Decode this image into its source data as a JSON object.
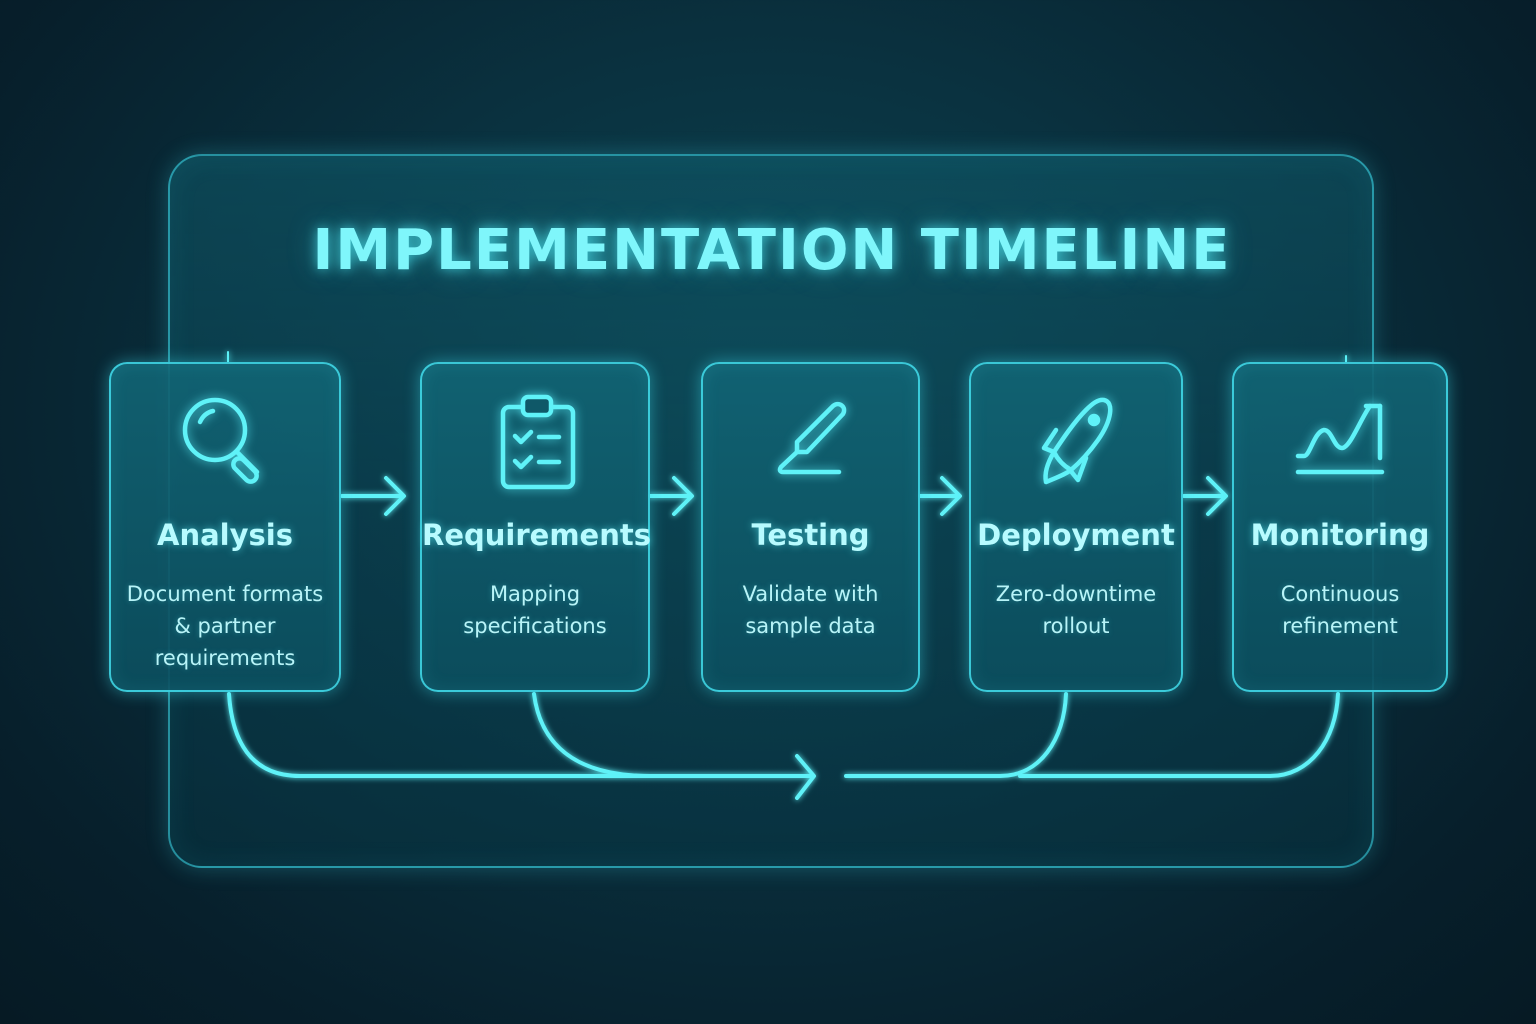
{
  "title": "IMPLEMENTATION TIMELINE",
  "colors": {
    "accent": "#5ff2f8",
    "title": "#7ff6fb",
    "background": "#0a3240",
    "card_fill": "#0f5868"
  },
  "steps": [
    {
      "label": "Analysis",
      "description": "Document formats & partner requirements",
      "icon": "magnifying-glass-icon"
    },
    {
      "label": "Requirements",
      "description": "Mapping specifications",
      "icon": "clipboard-checklist-icon"
    },
    {
      "label": "Testing",
      "description": "Validate with sample data",
      "icon": "pen-icon"
    },
    {
      "label": "Deployment",
      "description": "Zero-downtime rollout",
      "icon": "rocket-icon"
    },
    {
      "label": "Monitoring",
      "description": "Continuous refinement",
      "icon": "line-chart-icon"
    }
  ]
}
